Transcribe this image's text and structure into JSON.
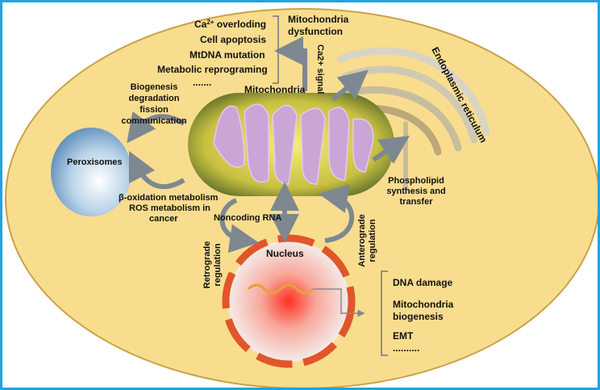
{
  "labels": {
    "ca_overloading_prefix": "Ca",
    "ca_overloading_sup": "2+",
    "ca_overloading_suffix": " overloding",
    "cell_apoptosis": "Cell apoptosis",
    "mtdna_mutation": "MtDNA mutation",
    "metabolic_reprograming": "Metabolic reprograming",
    "dots_top": ".......",
    "mito_dysfunction_1": "Mitochondria",
    "mito_dysfunction_2": "dysfunction",
    "ca2_signal": "Ca2+ signal",
    "endoplasmic_reticulum": "Endoplasmic reticulum",
    "biogenesis": "Biogenesis",
    "degradation": "degradation",
    "fission": "fission",
    "communication": "communication",
    "mitochondria": "Mitochondria",
    "peroxisomes": "Peroxisomes",
    "beta_oxidation": "β-oxidation metabolism",
    "ros_metabolism_1": "ROS metabolism in",
    "ros_metabolism_2": "cancer",
    "phospholipid_1": "Phospholipid",
    "phospholipid_2": "synthesis and",
    "phospholipid_3": "transfer",
    "noncoding_rna": "Noncoding RNA",
    "retrograde_1": "Retrograde",
    "retrograde_2": "regulation",
    "anterograde_1": "Anterograde",
    "anterograde_2": "regulation",
    "nucleus": "Nucleus",
    "dna_damage": "DNA damage",
    "mito_biogenesis_1": "Mitochondria",
    "mito_biogenesis_2": "biogenesis",
    "emt": "EMT",
    "dots_bottom": ".........."
  },
  "colors": {
    "frame": "#1fa3e0",
    "cytoplasm": "#f8dd8f",
    "arrow": "#7d8890",
    "nuclear_envelope": "#e0562a",
    "cristae": "#c9a6d6"
  }
}
